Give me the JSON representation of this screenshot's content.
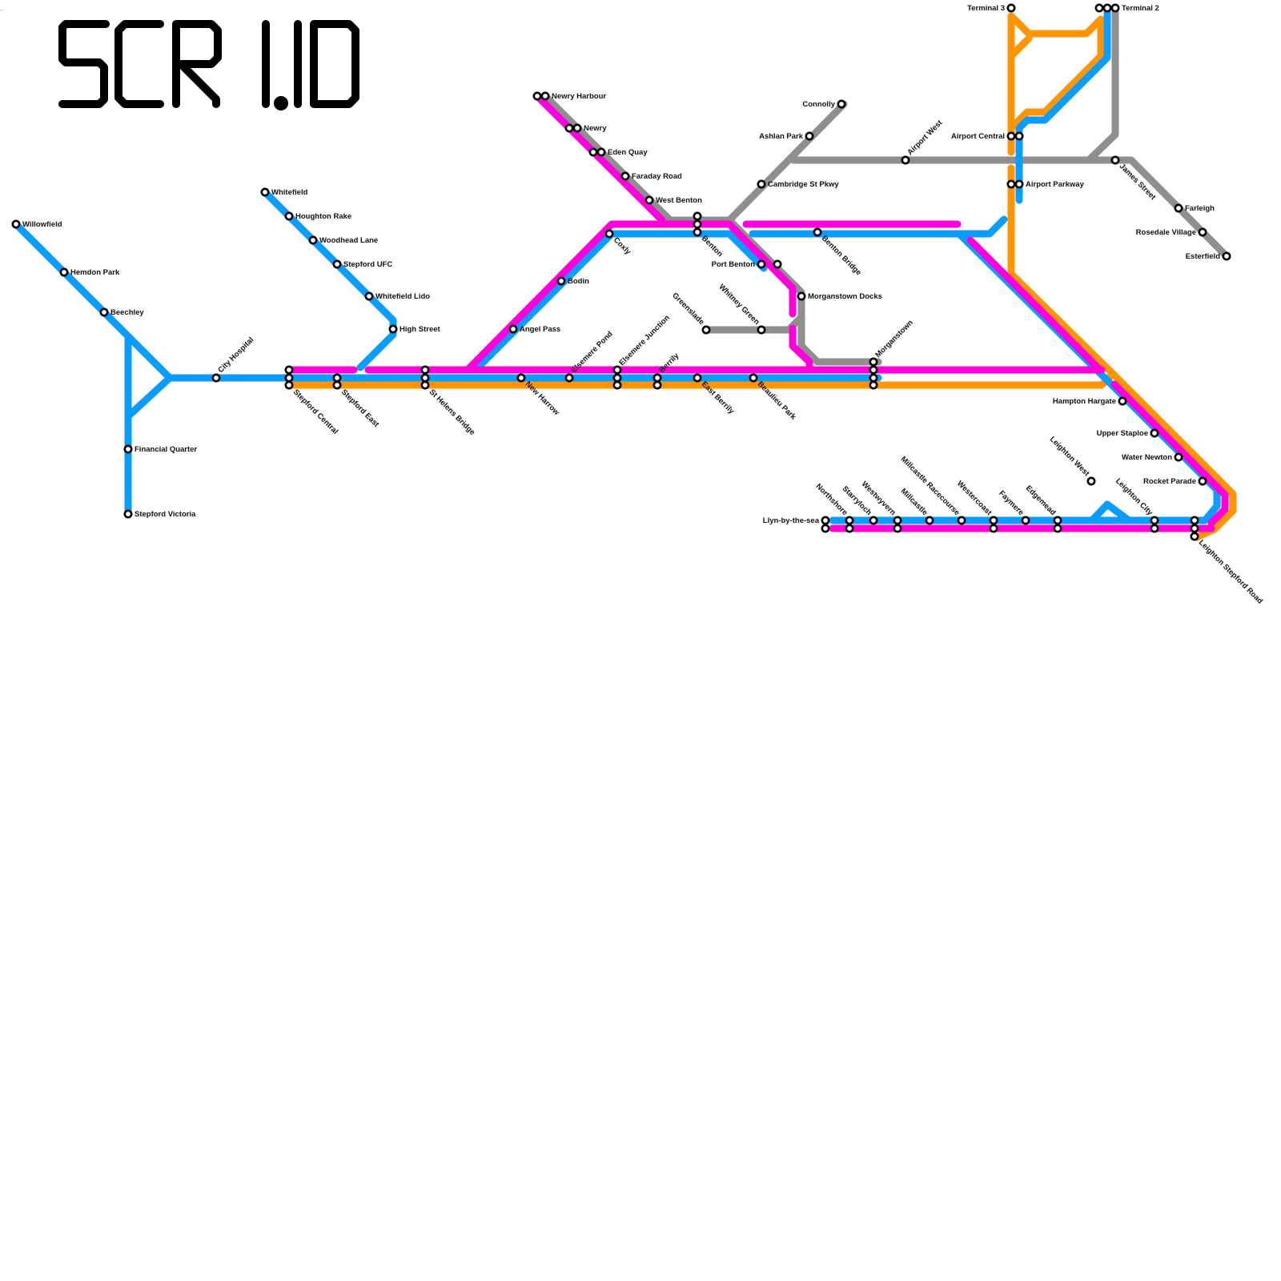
{
  "logo": {
    "text": "SCR 1.10"
  },
  "colors": {
    "blue": "#0a9cff",
    "magenta": "#ff00dd",
    "orange": "#ff9505",
    "grey": "#8f8f8f"
  },
  "stations": [
    "Willowfield",
    "Hemdon Park",
    "Beechley",
    "Financial Quarter",
    "Stepford Victoria",
    "City Hospital",
    "Whitefield",
    "Houghton Rake",
    "Woodhead Lane",
    "Stepford UFC",
    "Whitefield Lido",
    "High Street",
    "Stepford Central",
    "Stepford East",
    "St Helens Bridge",
    "Angel Pass",
    "Bodin",
    "Coxly",
    "New Harrow",
    "Elsemere Pond",
    "Elsemere Junction",
    "Berrily",
    "East Berrily",
    "Beaulieu Park",
    "Newry Harbour",
    "Newry",
    "Eden Quay",
    "Faraday Road",
    "West Benton",
    "Benton",
    "Connolly",
    "Ashlan Park",
    "Cambridge St Pkwy",
    "Port Benton",
    "Benton Bridge",
    "Morganstown Docks",
    "Greenslade",
    "Whitney Green",
    "Morganstown",
    "Airport West",
    "Terminal 3",
    "Terminal 2",
    "Airport Central",
    "Airport Parkway",
    "James Street",
    "Farleigh",
    "Rosedale Village",
    "Esterfield",
    "Hampton Hargate",
    "Upper Staploe",
    "Water Newton",
    "Rocket Parade",
    "Leighton West",
    "Leighton City",
    "Leighton Stepford Road",
    "Llyn-by-the-sea",
    "Northshore",
    "Starryloch",
    "Westwyvern",
    "Millcastle",
    "Millcastle Racecourse",
    "Westercoast",
    "Faymere",
    "Edgemead"
  ]
}
